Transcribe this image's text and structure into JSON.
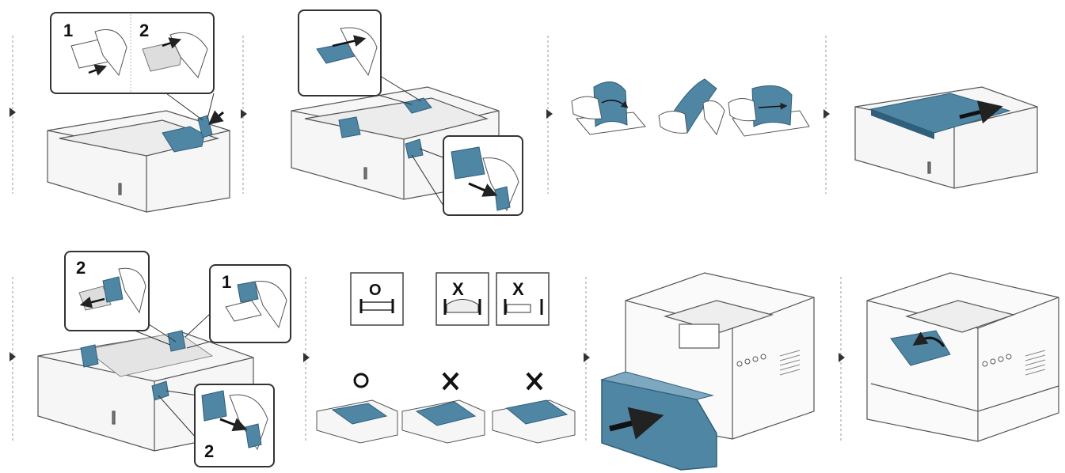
{
  "colors": {
    "accent": "#4f86a4",
    "accent_dark": "#2f5f7a",
    "line": "#555555",
    "paper": "#ffffff",
    "tray": "#f4f4f4"
  },
  "step_labels": {
    "step1_a": "1",
    "step1_b": "2",
    "step5_a": "2",
    "step5_b": "1",
    "step5_c": "2"
  },
  "marks": {
    "ok": "O",
    "bad": "X"
  },
  "icons": [
    "play-arrow-icon",
    "push-arrow-icon",
    "fan-arrow-icon",
    "check-circle-icon",
    "cross-icon"
  ]
}
